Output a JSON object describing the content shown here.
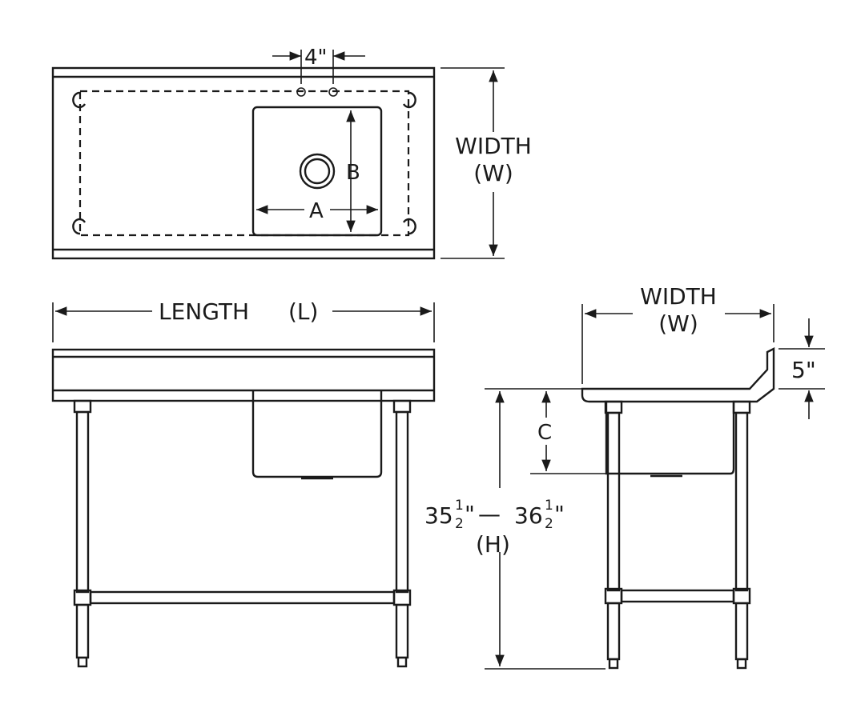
{
  "top_view": {
    "faucet_spacing": "4\"",
    "width_label": "WIDTH",
    "width_symbol": "(W)",
    "bowl_width_label": "A",
    "bowl_length_label": "B"
  },
  "front_view": {
    "length_label": "LENGTH",
    "length_symbol": "(L)"
  },
  "side_view": {
    "width_label": "WIDTH",
    "width_symbol": "(W)",
    "backsplash_height": "5\"",
    "bowl_depth_label": "C",
    "height_whole_1": "35",
    "height_whole_2": "36",
    "height_frac_num": "1",
    "height_frac_den": "2",
    "height_inch_mark": "\"",
    "height_dash": "—",
    "height_symbol": "(H)"
  },
  "colors": {
    "line": "#1a1a1a",
    "background": "#ffffff"
  }
}
